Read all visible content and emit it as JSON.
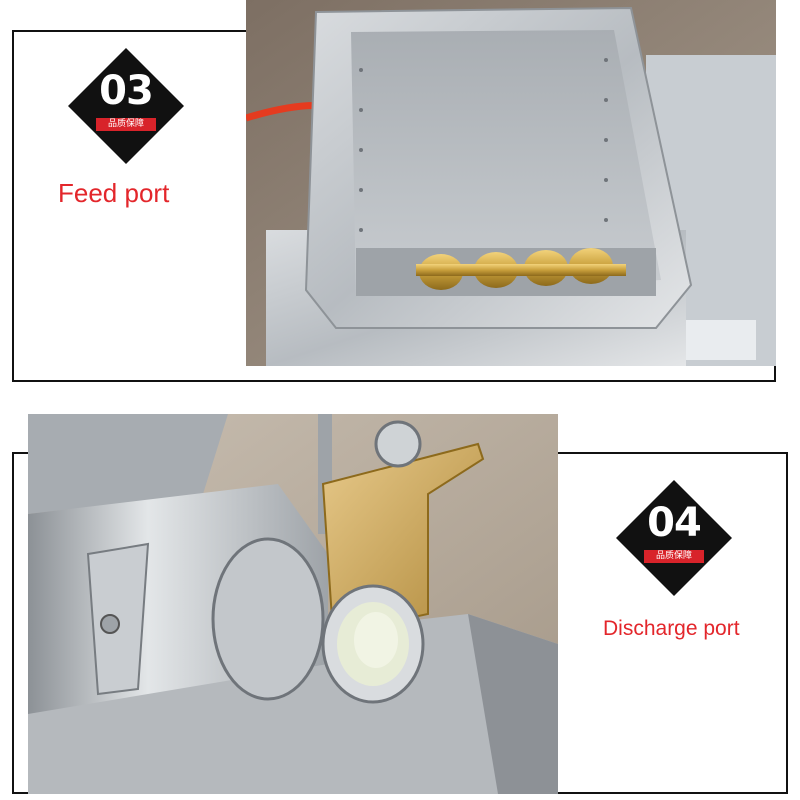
{
  "sections": [
    {
      "number": "03",
      "tag": "品质保障",
      "caption": "Feed port",
      "photo": "feed-hopper-with-auger-photo"
    },
    {
      "number": "04",
      "tag": "品质保障",
      "caption": "Discharge port",
      "photo": "discharge-outlet-photo"
    }
  ],
  "colors": {
    "caption": "#e3262b",
    "badge": "#111111",
    "tag": "#d8232a",
    "frame": "#111111"
  }
}
